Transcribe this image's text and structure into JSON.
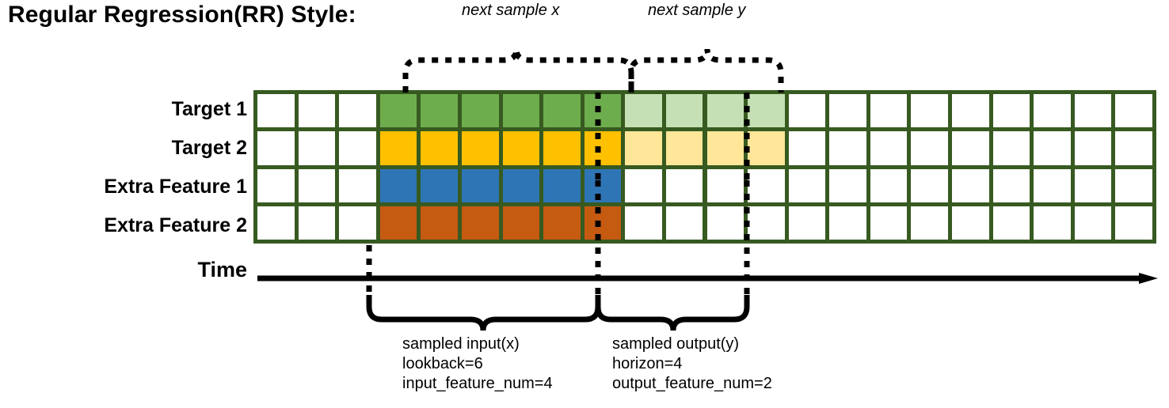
{
  "title": "Regular Regression(RR) Style:",
  "top_captions": {
    "x": "next sample x",
    "y": "next sample y"
  },
  "row_labels": [
    "Target 1",
    "Target 2",
    "Extra Feature 1",
    "Extra Feature 2"
  ],
  "time_label": "Time",
  "bottom_captions": {
    "input": {
      "line1": "sampled input(x)",
      "line2": "lookback=6",
      "line3": "input_feature_num=4"
    },
    "output": {
      "line1": "sampled output(y)",
      "line2": "horizon=4",
      "line3": "output_feature_num=2"
    }
  },
  "colors": {
    "grid_border": "#375A20",
    "empty": "#FFFFFF",
    "target1": "#6EAD4D",
    "target1_faded": "#C5E0B4",
    "target2": "#FFC000",
    "target2_faded": "#FFE699",
    "feature1": "#2E75B6",
    "feature2": "#C55A11",
    "axis": "#000000"
  },
  "chart_data": {
    "type": "heatmap",
    "title": "Regular Regression(RR) Style:",
    "columns_total": 22,
    "rows": [
      "Target 1",
      "Target 2",
      "Extra Feature 1",
      "Extra Feature 2"
    ],
    "lookback": 6,
    "horizon": 4,
    "input_feature_num": 4,
    "output_feature_num": 2,
    "input_start_col": 3,
    "output_start_col": 9,
    "output_end_col": 13,
    "cell_colors": [
      [
        "#FFFFFF",
        "#FFFFFF",
        "#FFFFFF",
        "#6EAD4D",
        "#6EAD4D",
        "#6EAD4D",
        "#6EAD4D",
        "#6EAD4D",
        "#6EAD4D",
        "#C5E0B4",
        "#C5E0B4",
        "#C5E0B4",
        "#C5E0B4",
        "#FFFFFF",
        "#FFFFFF",
        "#FFFFFF",
        "#FFFFFF",
        "#FFFFFF",
        "#FFFFFF",
        "#FFFFFF",
        "#FFFFFF",
        "#FFFFFF"
      ],
      [
        "#FFFFFF",
        "#FFFFFF",
        "#FFFFFF",
        "#FFC000",
        "#FFC000",
        "#FFC000",
        "#FFC000",
        "#FFC000",
        "#FFC000",
        "#FFE699",
        "#FFE699",
        "#FFE699",
        "#FFE699",
        "#FFFFFF",
        "#FFFFFF",
        "#FFFFFF",
        "#FFFFFF",
        "#FFFFFF",
        "#FFFFFF",
        "#FFFFFF",
        "#FFFFFF",
        "#FFFFFF"
      ],
      [
        "#FFFFFF",
        "#FFFFFF",
        "#FFFFFF",
        "#2E75B6",
        "#2E75B6",
        "#2E75B6",
        "#2E75B6",
        "#2E75B6",
        "#2E75B6",
        "#FFFFFF",
        "#FFFFFF",
        "#FFFFFF",
        "#FFFFFF",
        "#FFFFFF",
        "#FFFFFF",
        "#FFFFFF",
        "#FFFFFF",
        "#FFFFFF",
        "#FFFFFF",
        "#FFFFFF",
        "#FFFFFF",
        "#FFFFFF"
      ],
      [
        "#FFFFFF",
        "#FFFFFF",
        "#FFFFFF",
        "#C55A11",
        "#C55A11",
        "#C55A11",
        "#C55A11",
        "#C55A11",
        "#C55A11",
        "#FFFFFF",
        "#FFFFFF",
        "#FFFFFF",
        "#FFFFFF",
        "#FFFFFF",
        "#FFFFFF",
        "#FFFFFF",
        "#FFFFFF",
        "#FFFFFF",
        "#FFFFFF",
        "#FFFFFF",
        "#FFFFFF",
        "#FFFFFF"
      ]
    ]
  }
}
